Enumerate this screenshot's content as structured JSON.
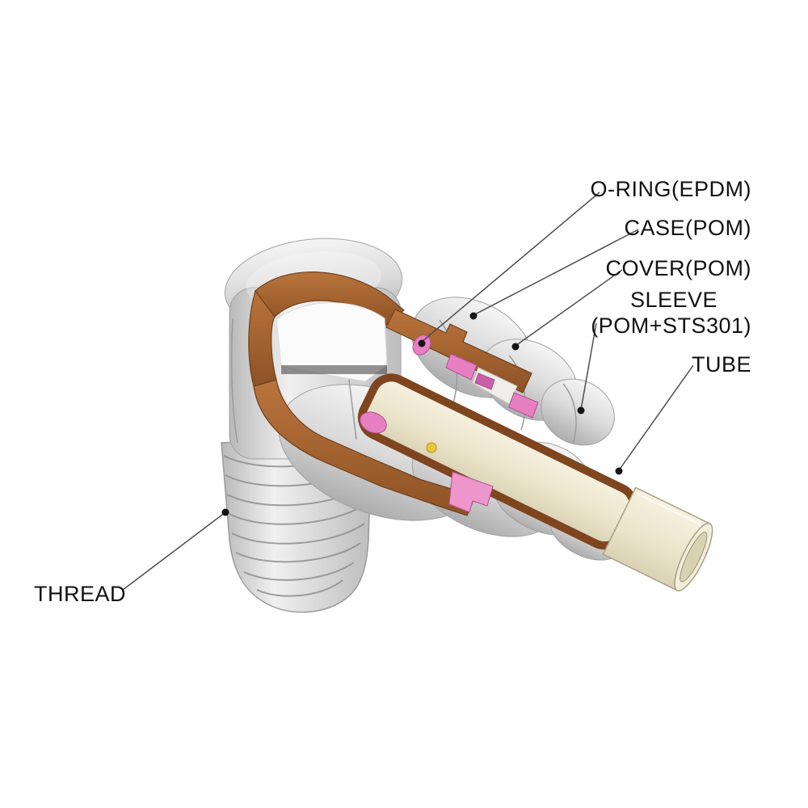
{
  "diagram": {
    "labels": {
      "oring": "O-RING(EPDM)",
      "case": "CASE(POM)",
      "cover": "COVER(POM)",
      "sleeve1": "SLEEVE",
      "sleeve2": "(POM+STS301)",
      "tube": "TUBE",
      "thread": "THREAD"
    },
    "colors": {
      "section_brown": "#a5622d",
      "section_brown_dark": "#7e451e",
      "seal_pink": "#e87fc2",
      "tube_cream": "#efe9d2",
      "metal_light": "#f2f2f2",
      "metal_dark": "#aeaeae",
      "accent_yellow": "#e9c93c",
      "text": "#111111",
      "leader_line": "#4d4d4d"
    }
  }
}
